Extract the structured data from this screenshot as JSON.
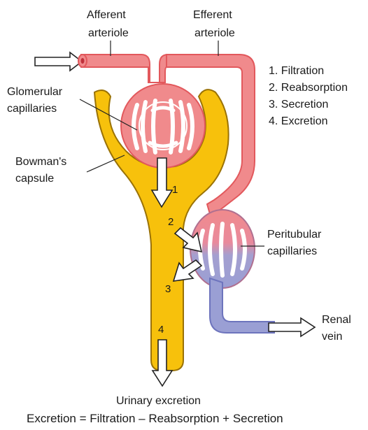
{
  "labels": {
    "afferent_line1": "Afferent",
    "afferent_line2": "arteriole",
    "efferent_line1": "Efferent",
    "efferent_line2": "arteriole",
    "glomerular_line1": "Glomerular",
    "glomerular_line2": "capillaries",
    "bowman_line1": "Bowman's",
    "bowman_line2": "capsule",
    "peritubular_line1": "Peritubular",
    "peritubular_line2": "capillaries",
    "renal_line1": "Renal",
    "renal_line2": "vein",
    "urinary": "Urinary excretion"
  },
  "process_list": [
    "1. Filtration",
    "2. Reabsorption",
    "3. Secretion",
    "4. Excretion"
  ],
  "step_markers": [
    "1",
    "2",
    "3",
    "4"
  ],
  "formula": "Excretion = Filtration – Reabsorption + Secretion",
  "colors": {
    "arterial_fill": "#f08a8c",
    "arterial_stroke": "#e2585c",
    "venous_fill": "#9a9fd4",
    "venous_stroke": "#6d74bd",
    "tubule_fill": "#f7c10c",
    "tubule_stroke": "#9a7205"
  }
}
